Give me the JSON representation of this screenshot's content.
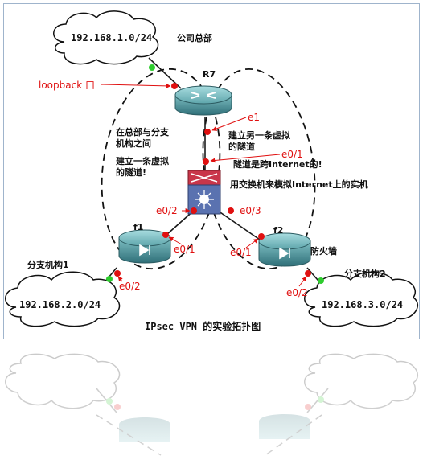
{
  "clouds": {
    "hq": "192.168.1.0/24",
    "branch1": "192.168.2.0/24",
    "branch2": "192.168.3.0/24"
  },
  "labels": {
    "hq_label": "公司总部",
    "r7": "R7",
    "f1": "f1",
    "f2": "f2",
    "firewall": "防火墙",
    "branch1_label": "分支机构1",
    "branch2_label": "分支机构2",
    "left_note_1": "在总部与分支",
    "left_note_2": "机构之间",
    "left_note_3": "建立一条虚拟",
    "left_note_4": "的隧道!",
    "right_note_1": "建立另一条虚拟",
    "right_note_2": "的隧道",
    "right_note_3": "隧道是跨Internet的!",
    "switch_note": "用交换机来模拟Internet上的实机",
    "title": "IPsec VPN 的实验拓扑图"
  },
  "interfaces": {
    "loopback": "loopback 口",
    "r7_e1": "e1",
    "sw_e01_top": "e0/1",
    "sw_e02": "e0/2",
    "sw_e03": "e0/3",
    "f1_e01": "e0/1",
    "f1_e02": "e0/2",
    "f2_e01": "e0/1",
    "f2_e02": "e0/2"
  },
  "colors": {
    "link": "#1a1a1a",
    "port_red": "#e01010",
    "port_green": "#2ecc2e",
    "device_teal": "#4c8f96",
    "switch_red": "#c9364a",
    "switch_blue": "#5a72b0"
  }
}
